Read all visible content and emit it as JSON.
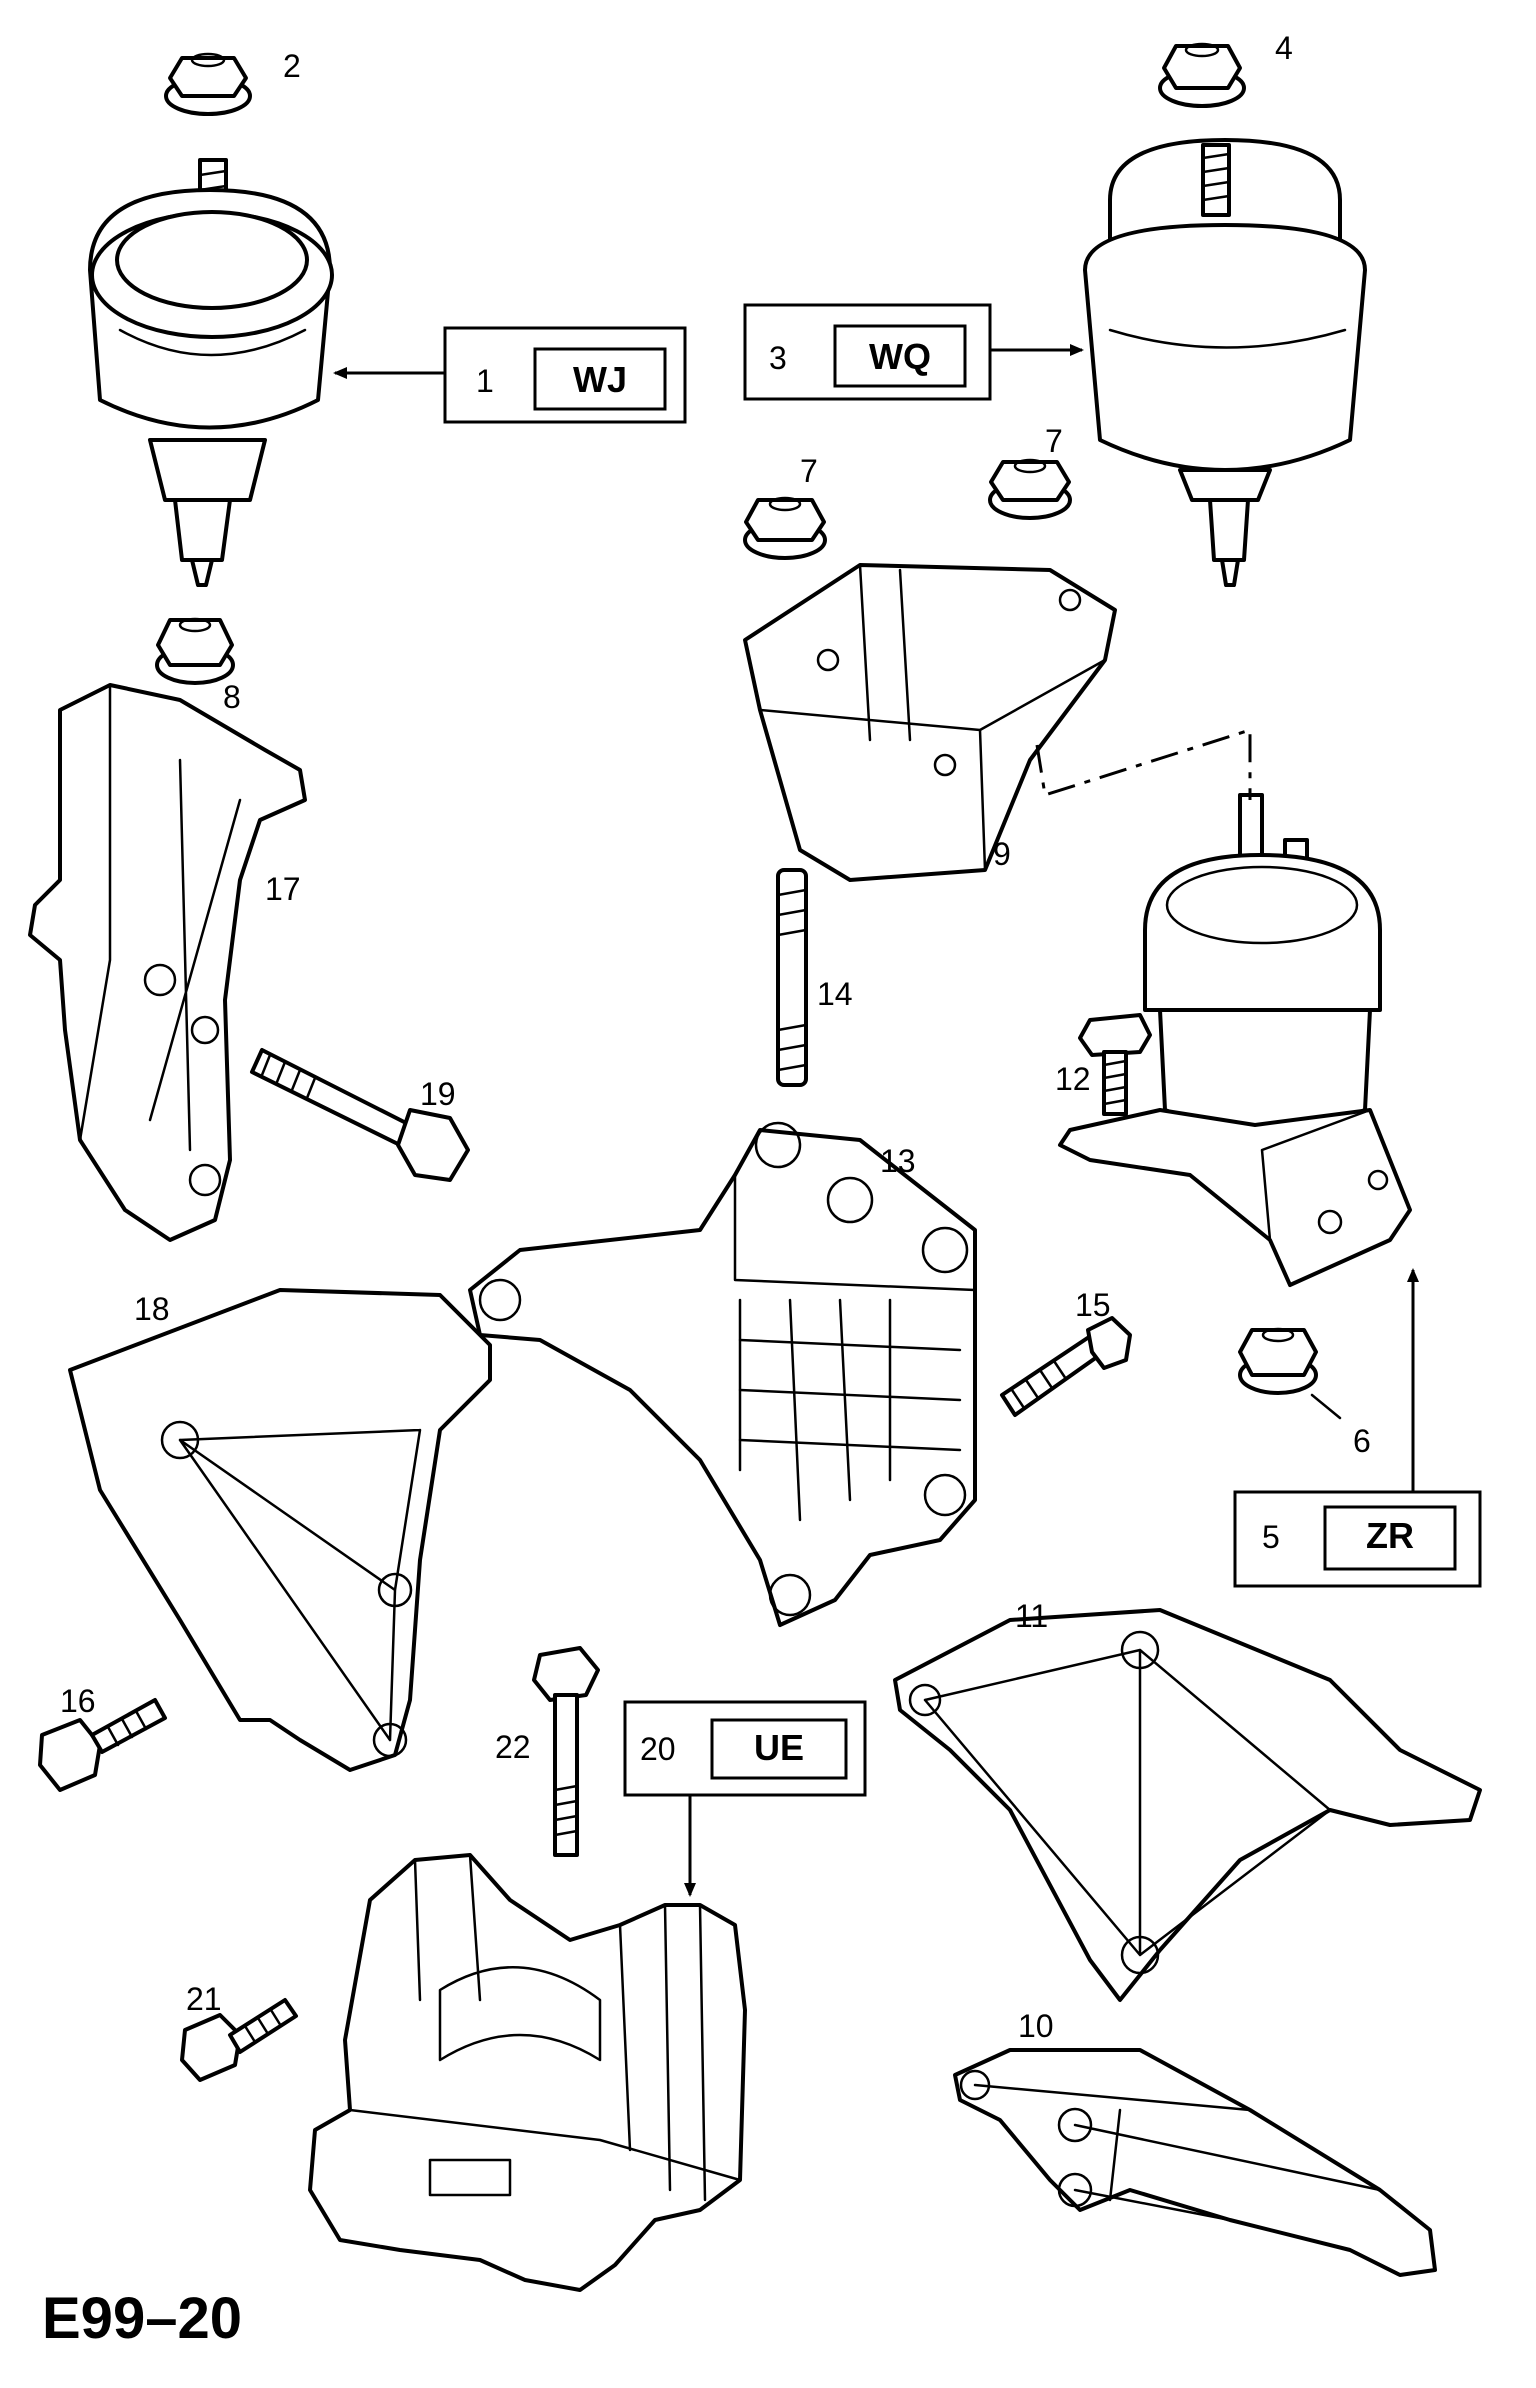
{
  "figure_id": "E99–20",
  "callouts": {
    "wj": {
      "num": "1",
      "code": "WJ"
    },
    "wq": {
      "num": "3",
      "code": "WQ"
    },
    "zr": {
      "num": "5",
      "code": "ZR"
    },
    "ue": {
      "num": "20",
      "code": "UE"
    }
  },
  "labels": {
    "p2": "2",
    "p4": "4",
    "p6": "6",
    "p7a": "7",
    "p7b": "7",
    "p8": "8",
    "p9": "9",
    "p10": "10",
    "p11": "11",
    "p12": "12",
    "p13": "13",
    "p14": "14",
    "p15": "15",
    "p16": "16",
    "p17": "17",
    "p18": "18",
    "p19": "19",
    "p21": "21",
    "p22": "22"
  }
}
